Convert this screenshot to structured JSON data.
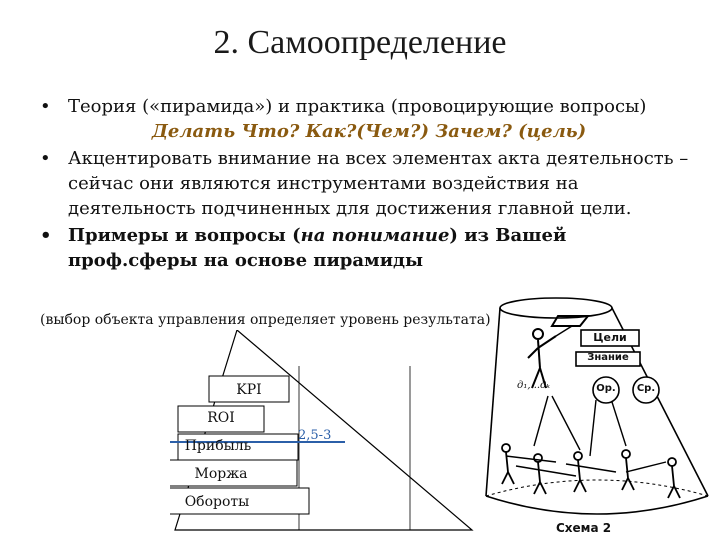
{
  "slide": {
    "title": "2. Самоопределение",
    "bullet_marker": "•",
    "bullets": [
      {
        "text": "Теория («пирамида») и практика (провоцирующие вопросы)",
        "subline": "Делать Что? Как?(Чем?) Зачем? (цель)"
      },
      {
        "text": "Акцентировать внимание на всех элементах акта деятельность – сейчас они являются инструментами воздействия на деятельность подчиненных для достижения главной цели."
      },
      {
        "text_before": "Примеры и вопросы (",
        "text_italic": "на понимание",
        "text_after": ") из Вашей проф.сферы на основе пирамиды"
      }
    ],
    "note": "(выбор объекта управления определяет уровень результата)"
  },
  "pyramid": {
    "levels": [
      "KPI",
      "ROI",
      "Прибыль",
      "Моржа",
      "Обороты"
    ],
    "ratio_label": "2,5-3"
  },
  "schema": {
    "goals_label": "Цели",
    "knowledge_label": "Знание",
    "formula_label": "д₁,...дₖ",
    "or_label": "Ор.",
    "sr_label": "Ср.",
    "caption": "Схема 2"
  }
}
